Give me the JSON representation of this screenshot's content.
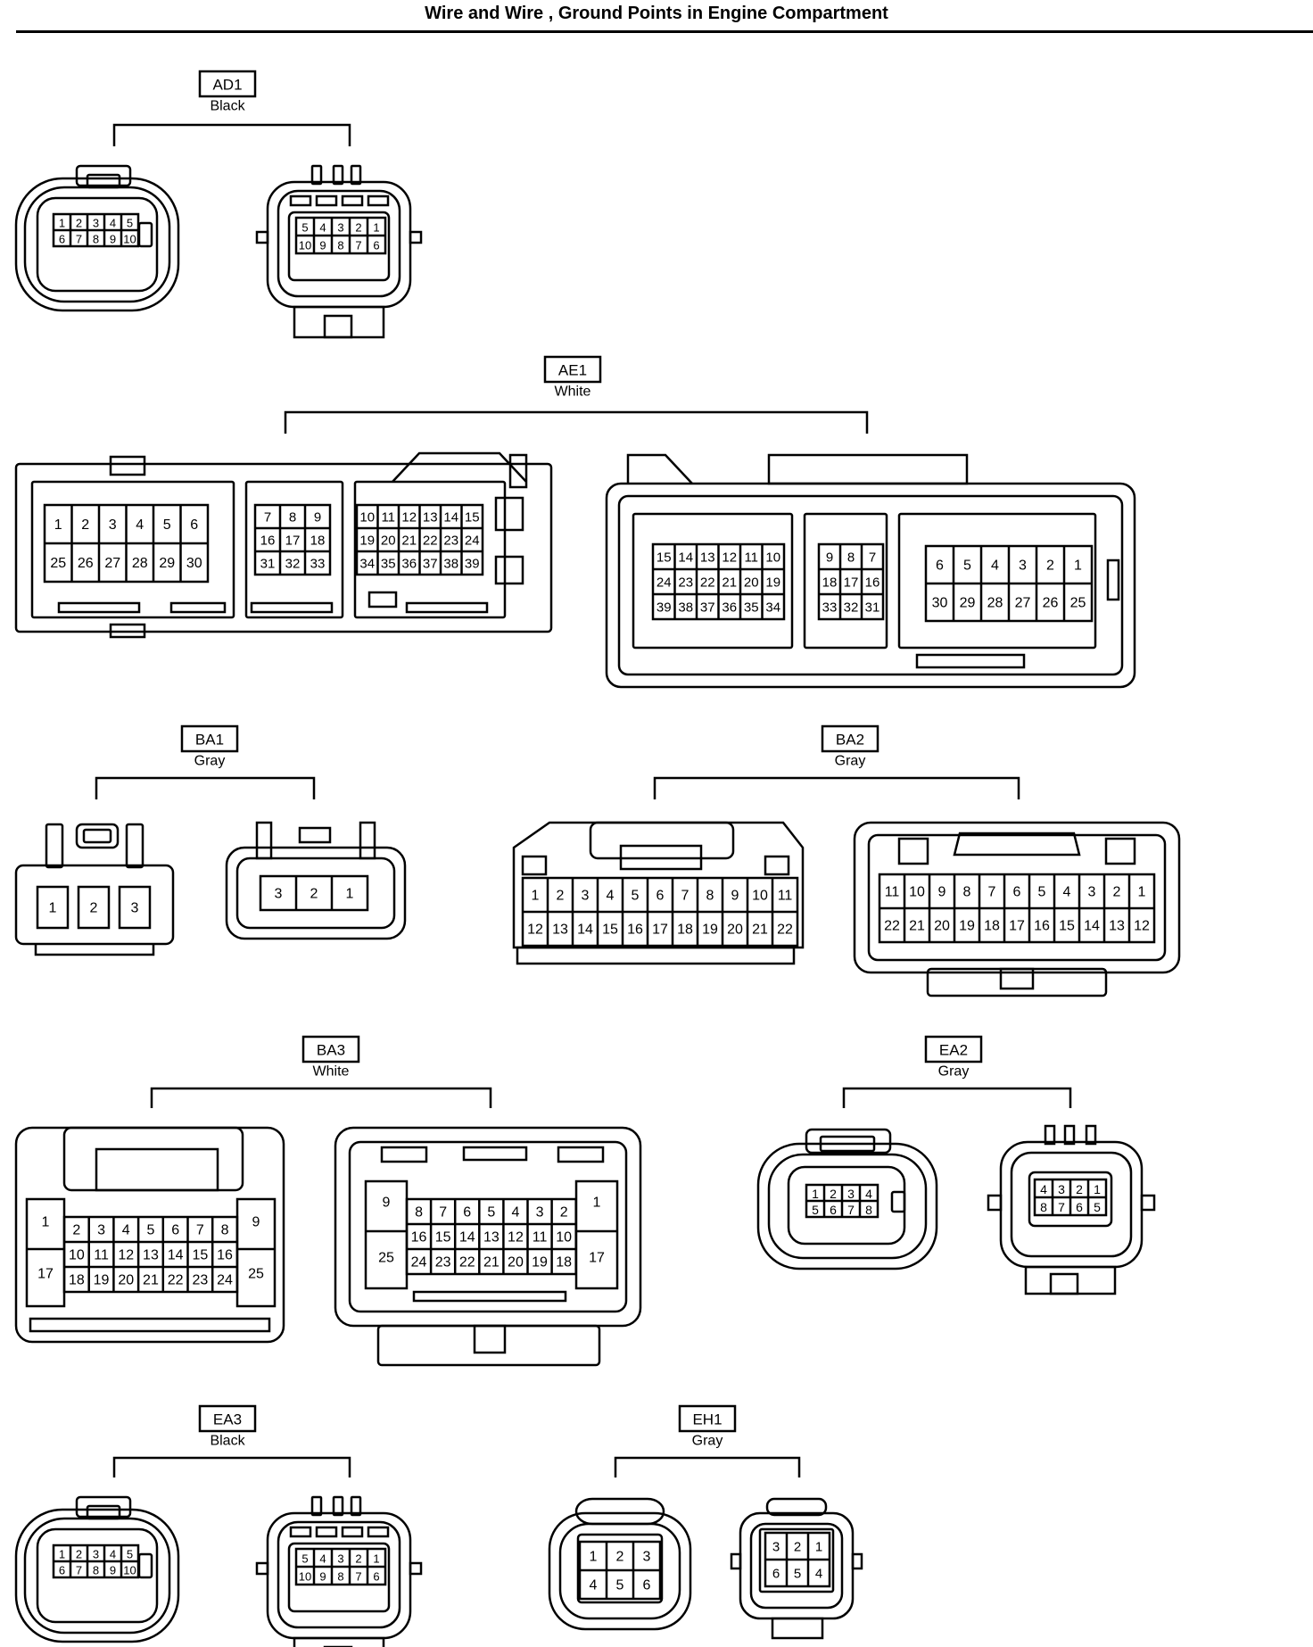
{
  "title": "Wire and Wire , Ground Points in Engine Compartment",
  "connectors": [
    {
      "id": "AD1",
      "color": "Black",
      "left": [
        [
          "1",
          "2",
          "3",
          "4",
          "5"
        ],
        [
          "6",
          "7",
          "8",
          "9",
          "10"
        ]
      ],
      "right": [
        [
          "5",
          "4",
          "3",
          "2",
          "1"
        ],
        [
          "10",
          "9",
          "8",
          "7",
          "6"
        ]
      ]
    },
    {
      "id": "AE1",
      "color": "White",
      "left": [
        [
          [
            "1",
            "2",
            "3",
            "4",
            "5",
            "6"
          ],
          [
            "25",
            "26",
            "27",
            "28",
            "29",
            "30"
          ]
        ],
        [
          [
            "7",
            "8",
            "9"
          ],
          [
            "16",
            "17",
            "18"
          ],
          [
            "31",
            "32",
            "33"
          ]
        ],
        [
          [
            "10",
            "11",
            "12",
            "13",
            "14",
            "15"
          ],
          [
            "19",
            "20",
            "21",
            "22",
            "23",
            "24"
          ],
          [
            "34",
            "35",
            "36",
            "37",
            "38",
            "39"
          ]
        ]
      ],
      "right": [
        [
          [
            "15",
            "14",
            "13",
            "12",
            "11",
            "10"
          ],
          [
            "24",
            "23",
            "22",
            "21",
            "20",
            "19"
          ],
          [
            "39",
            "38",
            "37",
            "36",
            "35",
            "34"
          ]
        ],
        [
          [
            "9",
            "8",
            "7"
          ],
          [
            "18",
            "17",
            "16"
          ],
          [
            "33",
            "32",
            "31"
          ]
        ],
        [
          [
            "6",
            "5",
            "4",
            "3",
            "2",
            "1"
          ],
          [
            "30",
            "29",
            "28",
            "27",
            "26",
            "25"
          ]
        ]
      ]
    },
    {
      "id": "BA1",
      "color": "Gray",
      "left": [
        [
          "1",
          "2",
          "3"
        ]
      ],
      "right": [
        [
          "3",
          "2",
          "1"
        ]
      ]
    },
    {
      "id": "BA2",
      "color": "Gray",
      "left": [
        [
          "1",
          "2",
          "3",
          "4",
          "5",
          "6",
          "7",
          "8",
          "9",
          "10",
          "11"
        ],
        [
          "12",
          "13",
          "14",
          "15",
          "16",
          "17",
          "18",
          "19",
          "20",
          "21",
          "22"
        ]
      ],
      "right": [
        [
          "11",
          "10",
          "9",
          "8",
          "7",
          "6",
          "5",
          "4",
          "3",
          "2",
          "1"
        ],
        [
          "22",
          "21",
          "20",
          "19",
          "18",
          "17",
          "16",
          "15",
          "14",
          "13",
          "12"
        ]
      ]
    },
    {
      "id": "BA3",
      "color": "White",
      "left": {
        "outer_left": [
          "1",
          "17"
        ],
        "outer_right": [
          "9",
          "25"
        ],
        "center": [
          [
            "2",
            "3",
            "4",
            "5",
            "6",
            "7",
            "8"
          ],
          [
            "10",
            "11",
            "12",
            "13",
            "14",
            "15",
            "16"
          ],
          [
            "18",
            "19",
            "20",
            "21",
            "22",
            "23",
            "24"
          ]
        ]
      },
      "right": {
        "outer_left": [
          "9",
          "25"
        ],
        "outer_right": [
          "1",
          "17"
        ],
        "center": [
          [
            "8",
            "7",
            "6",
            "5",
            "4",
            "3",
            "2"
          ],
          [
            "16",
            "15",
            "14",
            "13",
            "12",
            "11",
            "10"
          ],
          [
            "24",
            "23",
            "22",
            "21",
            "20",
            "19",
            "18"
          ]
        ]
      }
    },
    {
      "id": "EA2",
      "color": "Gray",
      "left": [
        [
          "1",
          "2",
          "3",
          "4"
        ],
        [
          "5",
          "6",
          "7",
          "8"
        ]
      ],
      "right": [
        [
          "4",
          "3",
          "2",
          "1"
        ],
        [
          "8",
          "7",
          "6",
          "5"
        ]
      ]
    },
    {
      "id": "EA3",
      "color": "Black",
      "left": [
        [
          "1",
          "2",
          "3",
          "4",
          "5"
        ],
        [
          "6",
          "7",
          "8",
          "9",
          "10"
        ]
      ],
      "right": [
        [
          "5",
          "4",
          "3",
          "2",
          "1"
        ],
        [
          "10",
          "9",
          "8",
          "7",
          "6"
        ]
      ]
    },
    {
      "id": "EH1",
      "color": "Gray",
      "left": [
        [
          "1",
          "2",
          "3"
        ],
        [
          "4",
          "5",
          "6"
        ]
      ],
      "right": [
        [
          "3",
          "2",
          "1"
        ],
        [
          "6",
          "5",
          "4"
        ]
      ]
    }
  ]
}
